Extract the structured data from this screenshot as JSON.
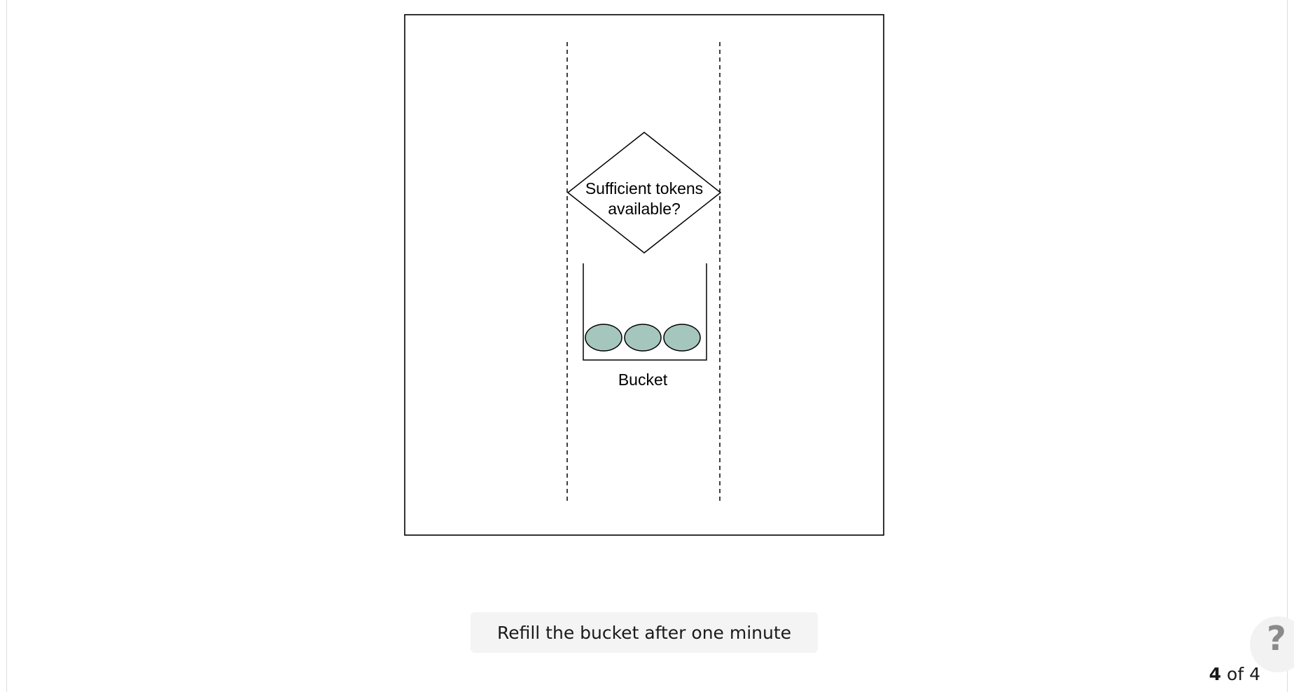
{
  "diagram": {
    "decision": {
      "line1": "Sufficient tokens",
      "line2": "available?"
    },
    "bucket_label": "Bucket",
    "token_count": 3,
    "colors": {
      "token_fill": "#a5c6bd",
      "stroke": "#000000"
    }
  },
  "caption": "Refill the bucket after one minute",
  "help": {
    "icon": "question-mark-icon",
    "symbol": "?"
  },
  "pager": {
    "current": "4",
    "separator": "of",
    "total": "4"
  }
}
